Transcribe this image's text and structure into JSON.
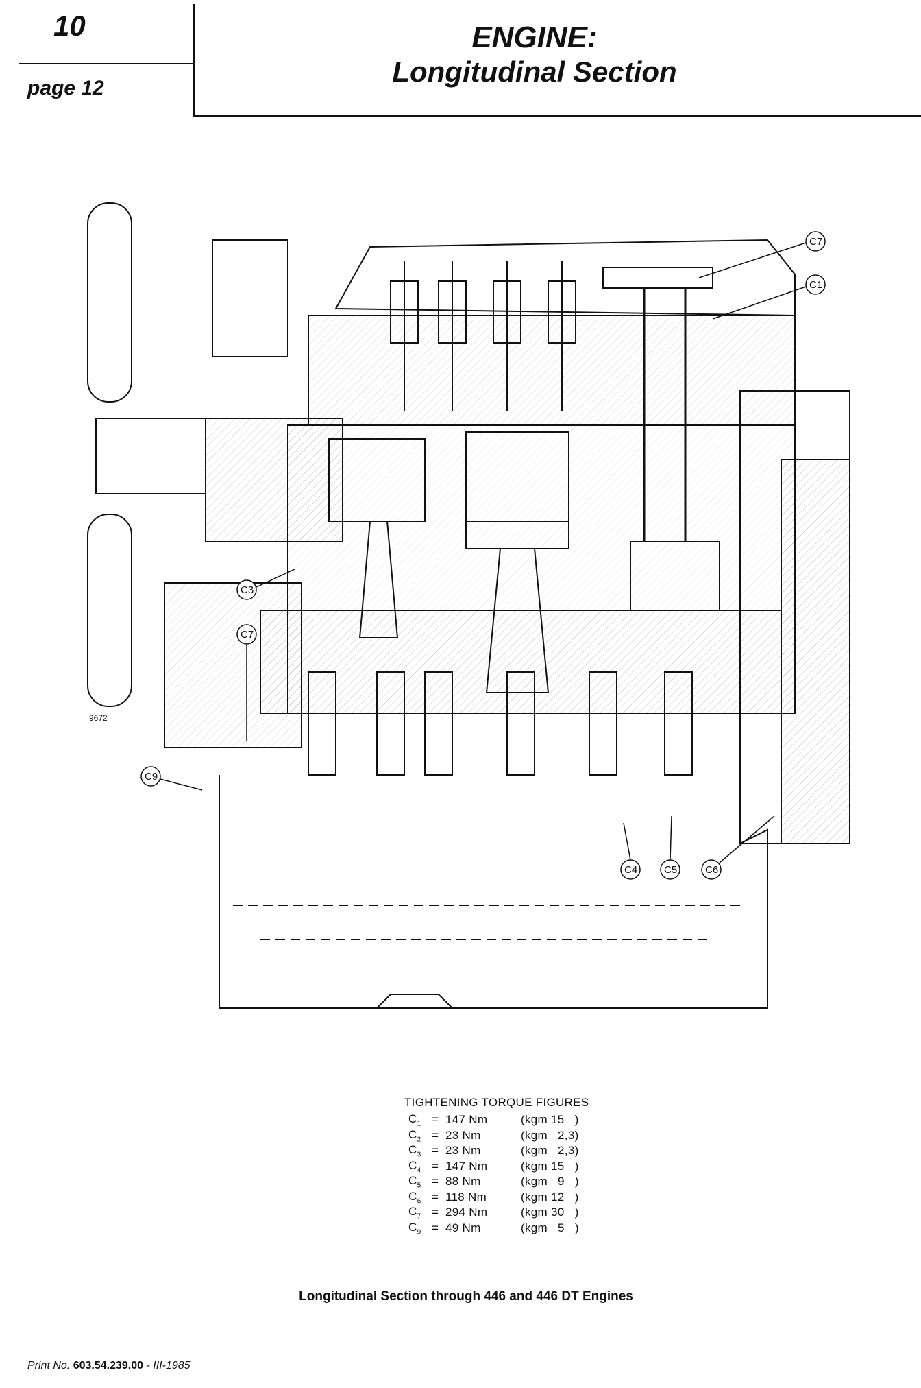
{
  "header": {
    "section_number": "10",
    "page_label": "page 12",
    "title_line1": "ENGINE:",
    "title_line2": "Longitudinal Section"
  },
  "figure": {
    "number": "9672",
    "callouts": [
      "C7",
      "C1",
      "C3",
      "C7",
      "C9",
      "C4",
      "C5",
      "C6"
    ]
  },
  "torque_table": {
    "title": "TIGHTENING TORQUE FIGURES",
    "rows": [
      {
        "code": "C",
        "sub": "1",
        "eq": "=",
        "nm": "147 Nm",
        "kgm": "(kgm 15   )"
      },
      {
        "code": "C",
        "sub": "2",
        "eq": "=",
        "nm": "23 Nm",
        "kgm": "(kgm   2,3)"
      },
      {
        "code": "C",
        "sub": "3",
        "eq": "=",
        "nm": "23 Nm",
        "kgm": "(kgm   2,3)"
      },
      {
        "code": "C",
        "sub": "4",
        "eq": "=",
        "nm": "147 Nm",
        "kgm": "(kgm 15   )"
      },
      {
        "code": "C",
        "sub": "5",
        "eq": "=",
        "nm": "88 Nm",
        "kgm": "(kgm   9   )"
      },
      {
        "code": "C",
        "sub": "6",
        "eq": "=",
        "nm": "118 Nm",
        "kgm": "(kgm 12   )"
      },
      {
        "code": "C",
        "sub": "7",
        "eq": "=",
        "nm": "294 Nm",
        "kgm": "(kgm 30   )"
      },
      {
        "code": "C",
        "sub": "9",
        "eq": "=",
        "nm": "49 Nm",
        "kgm": "(kgm   5   )"
      }
    ]
  },
  "caption": "Longitudinal Section through 446 and 446 DT Engines",
  "footer": {
    "prefix": "Print No.",
    "print_number": "603.54.239.00",
    "date": "- III-1985"
  }
}
